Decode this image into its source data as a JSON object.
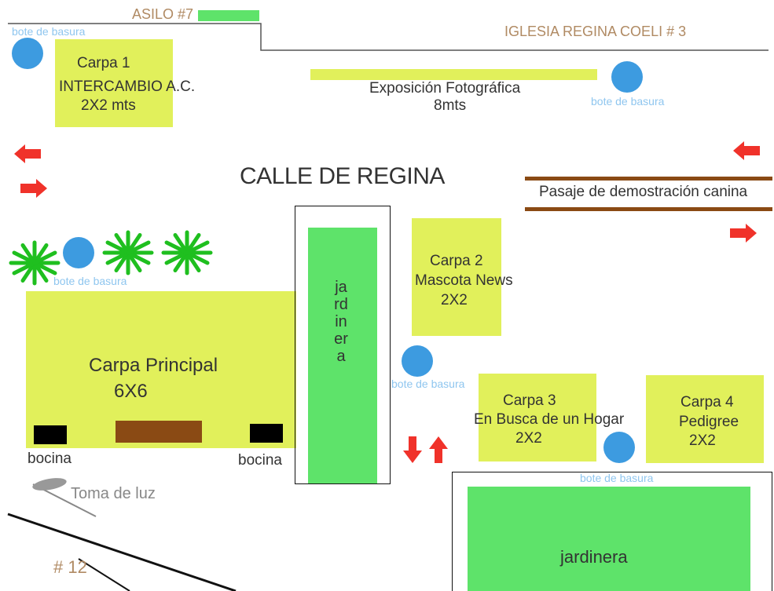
{
  "labels": {
    "asilo": "ASILO #7",
    "iglesia": "IGLESIA REGINA COELI # 3",
    "street": "CALLE DE REGINA",
    "pasaje": "Pasaje de demostración canina",
    "address_12": "# 12",
    "toma_luz": "Toma de luz",
    "bocina_left": "bocina",
    "bocina_right": "bocina",
    "jardinera_vertical": "jardinera",
    "jardinera_bottom": "jardinera"
  },
  "bins": {
    "bin1": "bote de basura",
    "bin2": "bote de basura",
    "bin3": "bote de basura",
    "bin4": "bote de basura",
    "bin5": "bote de basura"
  },
  "tents": {
    "carpa1": {
      "name": "Carpa 1",
      "org": "INTERCAMBIO A.C.",
      "size": "2X2 mts"
    },
    "expo": {
      "name": "Exposición Fotográfica",
      "size": "8mts"
    },
    "carpa2": {
      "name": "Carpa 2",
      "org": "Mascota News",
      "size": "2X2"
    },
    "principal": {
      "name": "Carpa Principal",
      "size": "6X6"
    },
    "carpa3": {
      "name": "Carpa 3",
      "org": "En Busca de un Hogar",
      "size": "2X2"
    },
    "carpa4": {
      "name": "Carpa 4",
      "org": "Pedigree",
      "size": "2X2"
    }
  },
  "colors": {
    "tent": "#e1f05b",
    "garden": "#5ee36a",
    "bin": "#3d9be0",
    "arrow": "#f0322a",
    "path": "#8a4a14",
    "palm": "#1fbf1f"
  }
}
